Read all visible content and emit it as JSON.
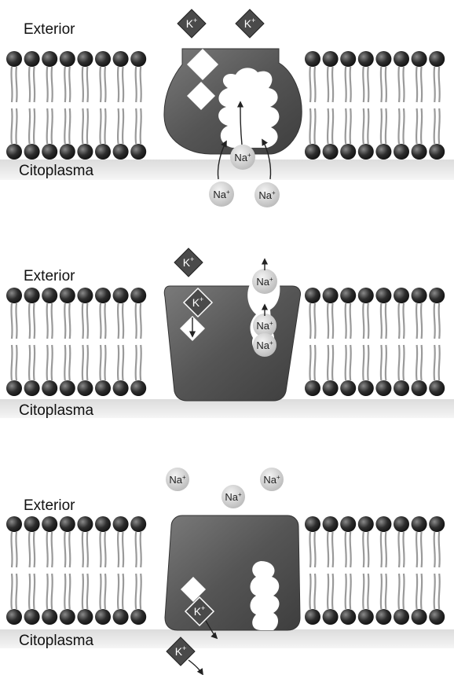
{
  "labels": {
    "exterior": "Exterior",
    "citoplasma": "Citoplasma",
    "k": "K",
    "na": "Na",
    "plus": "+"
  },
  "colors": {
    "lipid_head": "#2a2a2a",
    "protein": "#5c5c5c",
    "k_ion": "#4a4a4a",
    "na_ion": "#d6d6d6",
    "cytoplasm_band": "#e6e6e6"
  },
  "panels": [
    {
      "id": "panel-1",
      "step": "Na+ binding from cytoplasm"
    },
    {
      "id": "panel-2",
      "step": "Na+ release to exterior, K+ binding"
    },
    {
      "id": "panel-3",
      "step": "K+ release to cytoplasm"
    }
  ]
}
